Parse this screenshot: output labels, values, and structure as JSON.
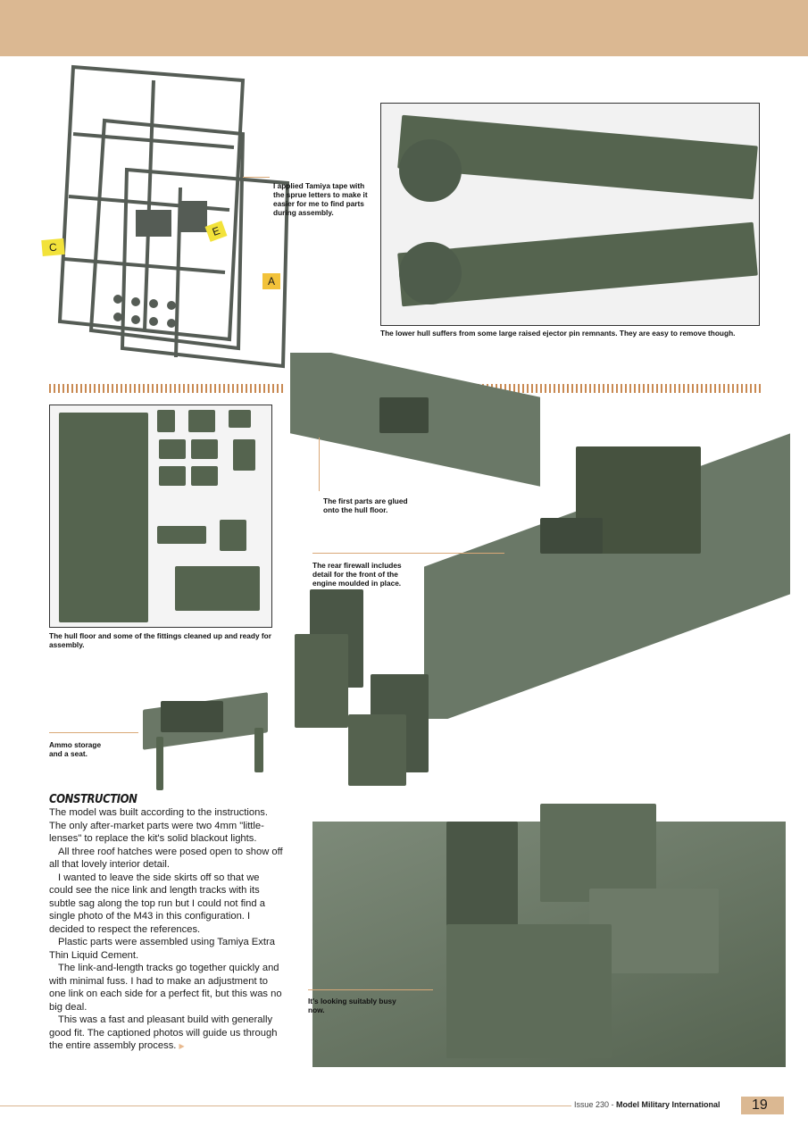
{
  "captions": {
    "sprue": "I applied Tamiya tape with the sprue letters to make it easier for me to find parts during assembly.",
    "lower_hull": "The lower hull suffers from some large raised ejector pin remnants. They are easy to remove though.",
    "hull_floor": "The hull floor and some of the fittings cleaned up and ready for assembly.",
    "first_parts": "The first parts are glued onto the hull floor.",
    "firewall": "The rear firewall includes detail for the front of the engine moulded in place.",
    "ammo": "Ammo storage and a seat.",
    "busy": "It's looking suitably busy now."
  },
  "sprue_labels": [
    "C",
    "E",
    "A"
  ],
  "article": {
    "heading": "CONSTRUCTION",
    "paragraphs": [
      "The model was built according to the instructions. The only after-market parts were two 4mm \"little-lenses\" to replace the kit's solid blackout lights.",
      "All three roof hatches were posed open to show off all that lovely interior detail.",
      "I wanted to leave the side skirts off so that we could see the nice link and length tracks with its subtle sag along the top run but I could not find a single photo of the M43 in this configuration. I decided to respect the references.",
      "Plastic parts were assembled using Tamiya Extra Thin Liquid Cement.",
      "The link-and-length tracks go together quickly and with minimal fuss. I had to make an adjustment to one link on each side for a perfect fit, but this was no big deal.",
      "This was a fast and pleasant build with generally good fit. The captioned photos will guide us through the entire assembly process."
    ],
    "continue_marker": "▶"
  },
  "footer": {
    "issue": "Issue 230 - ",
    "magazine": "Model Military International",
    "page": "19"
  },
  "colors": {
    "accent": "#dbb892",
    "plastic": "#5f6d5e"
  }
}
